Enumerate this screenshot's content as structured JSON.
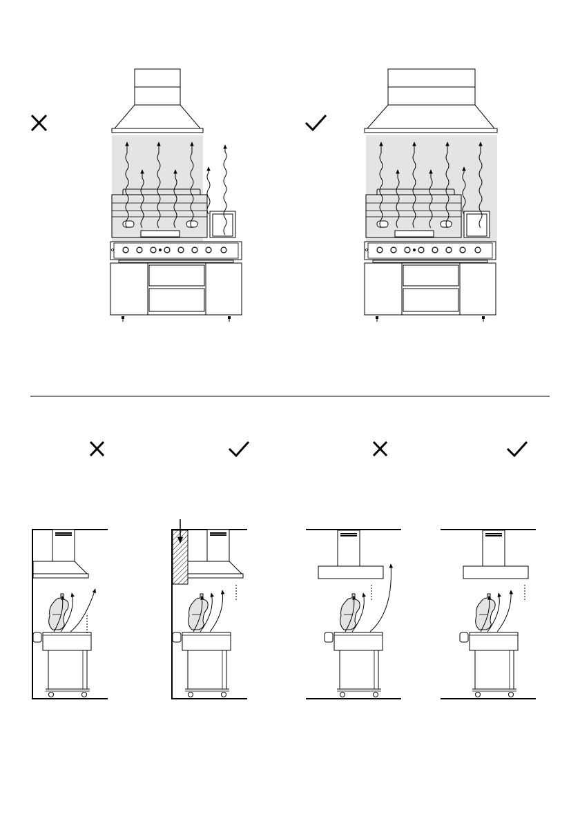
{
  "colors": {
    "ink": "#000000",
    "shade": "#e4e4e4",
    "paper": "#ffffff"
  },
  "top_panels": [
    {
      "mark": "cross-icon",
      "meaning": "incorrect"
    },
    {
      "mark": "check-icon",
      "meaning": "correct"
    }
  ],
  "bottom_panels": [
    {
      "mark": "cross-icon",
      "meaning": "incorrect"
    },
    {
      "mark": "check-icon",
      "meaning": "correct"
    },
    {
      "mark": "cross-icon",
      "meaning": "incorrect"
    },
    {
      "mark": "check-icon",
      "meaning": "correct"
    }
  ]
}
